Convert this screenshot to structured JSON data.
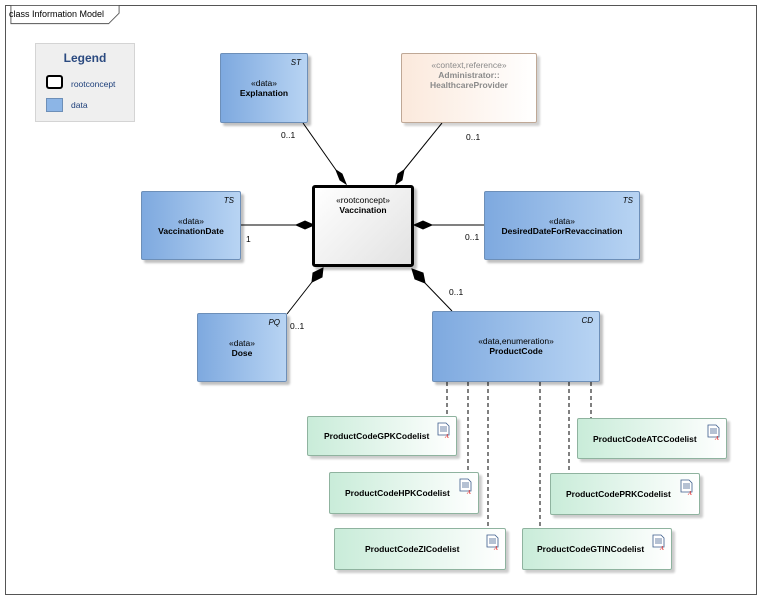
{
  "frame": {
    "title": "class Information Model"
  },
  "legend": {
    "title": "Legend",
    "items": [
      {
        "label": "rootconcept"
      },
      {
        "label": "data"
      }
    ]
  },
  "nodes": {
    "explanation": {
      "tag": "ST",
      "stereotype": "«data»",
      "name": "Explanation"
    },
    "administrator": {
      "stereotype": "«context,reference»",
      "name_line1": "Administrator::",
      "name_line2": "HealthcareProvider"
    },
    "vaccination": {
      "stereotype": "«rootconcept»",
      "name": "Vaccination"
    },
    "vaccination_date": {
      "tag": "TS",
      "stereotype": "«data»",
      "name": "VaccinationDate"
    },
    "desired_date": {
      "tag": "TS",
      "stereotype": "«data»",
      "name": "DesiredDateForRevaccination"
    },
    "dose": {
      "tag": "PQ",
      "stereotype": "«data»",
      "name": "Dose"
    },
    "product_code": {
      "tag": "CD",
      "stereotype": "«data,enumeration»",
      "name": "ProductCode"
    }
  },
  "multiplicities": {
    "explanation": "0..1",
    "administrator": "0..1",
    "vaccination_date": "1",
    "desired_date": "0..1",
    "dose": "0..1",
    "product_code": "0..1"
  },
  "codelists": {
    "gpk": "ProductCodeGPKCodelist",
    "atc": "ProductCodeATCCodelist",
    "hpk": "ProductCodeHPKCodelist",
    "prk": "ProductCodePRKCodelist",
    "zi": "ProductCodeZICodelist",
    "gtin": "ProductCodeGTINCodelist"
  }
}
